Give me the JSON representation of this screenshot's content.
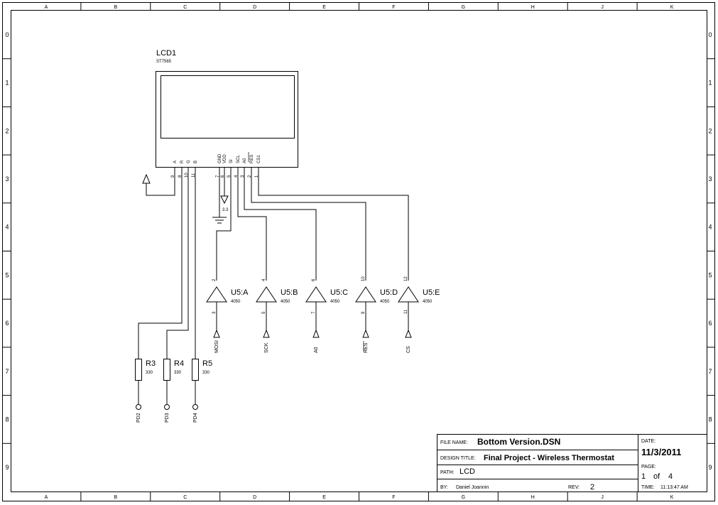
{
  "grid": {
    "columns": [
      "A",
      "B",
      "C",
      "D",
      "E",
      "F",
      "G",
      "H",
      "J",
      "K"
    ],
    "rows": [
      "0",
      "1",
      "2",
      "3",
      "4",
      "5",
      "6",
      "7",
      "8",
      "9"
    ]
  },
  "lcd": {
    "ref": "LCD1",
    "part": "ST7565",
    "pins": [
      {
        "name": "A",
        "num": "9"
      },
      {
        "name": "R",
        "num": "8"
      },
      {
        "name": "G",
        "num": "10"
      },
      {
        "name": "B",
        "num": "11"
      },
      {
        "name": "GND",
        "num": "7"
      },
      {
        "name": "VDD",
        "num": "6"
      },
      {
        "name": "SI",
        "num": "5"
      },
      {
        "name": "SCL",
        "num": "4"
      },
      {
        "name": "A0",
        "num": "3"
      },
      {
        "name": "RES",
        "num": "2"
      },
      {
        "name": "CS1",
        "num": "1"
      }
    ]
  },
  "power_label": "3.3",
  "buffers": [
    {
      "ref": "U5:A",
      "part": "4050",
      "in_pin": "3",
      "out_pin": "2",
      "signal": "MOSI"
    },
    {
      "ref": "U5:B",
      "part": "4050",
      "in_pin": "5",
      "out_pin": "4",
      "signal": "SCK"
    },
    {
      "ref": "U5:C",
      "part": "4050",
      "in_pin": "7",
      "out_pin": "6",
      "signal": "A0"
    },
    {
      "ref": "U5:D",
      "part": "4050",
      "in_pin": "9",
      "out_pin": "10",
      "signal": "RES"
    },
    {
      "ref": "U5:E",
      "part": "4050",
      "in_pin": "11",
      "out_pin": "12",
      "signal": "CS"
    }
  ],
  "resistors": [
    {
      "ref": "R3",
      "value": "330",
      "port": "PD2"
    },
    {
      "ref": "R4",
      "value": "330",
      "port": "PD3"
    },
    {
      "ref": "R5",
      "value": "330",
      "port": "PD4"
    }
  ],
  "title_block": {
    "file_name_label": "FILE NAME:",
    "file_name": "Bottom Version.DSN",
    "design_title_label": "DESIGN TITLE:",
    "design_title": "Final Project - Wireless Thermostat",
    "path_label": "PATH:",
    "path": "LCD",
    "by_label": "BY:",
    "by": "Daniel Joannin",
    "rev_label": "REV:",
    "rev": "2",
    "date_label": "DATE:",
    "date": "11/3/2011",
    "page_label": "PAGE:",
    "page": "1",
    "of_label": "of",
    "page_total": "4",
    "time_label": "TIME:",
    "time": "11:13:47 AM"
  }
}
